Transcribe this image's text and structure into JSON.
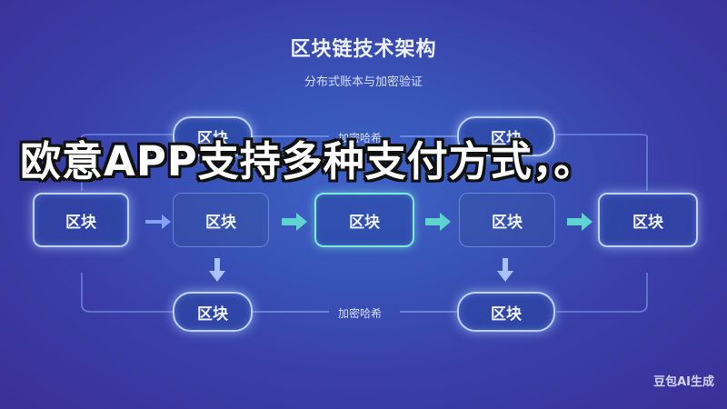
{
  "header": {
    "title": "区块链技术架构",
    "subtitle": "分布式账本与加密验证"
  },
  "diagram": {
    "block_label": "区块",
    "link_label_top": "加密哈希",
    "link_label_bottom": "加密哈希",
    "colors": {
      "accent_glow": "#bcd3ff",
      "arrow_teal": "#5fd3cf",
      "connector": "#8fb3ff"
    }
  },
  "overlay": {
    "headline": "欧意APP支持多种支付方式，。"
  },
  "watermark": {
    "text": "豆包AI生成"
  }
}
